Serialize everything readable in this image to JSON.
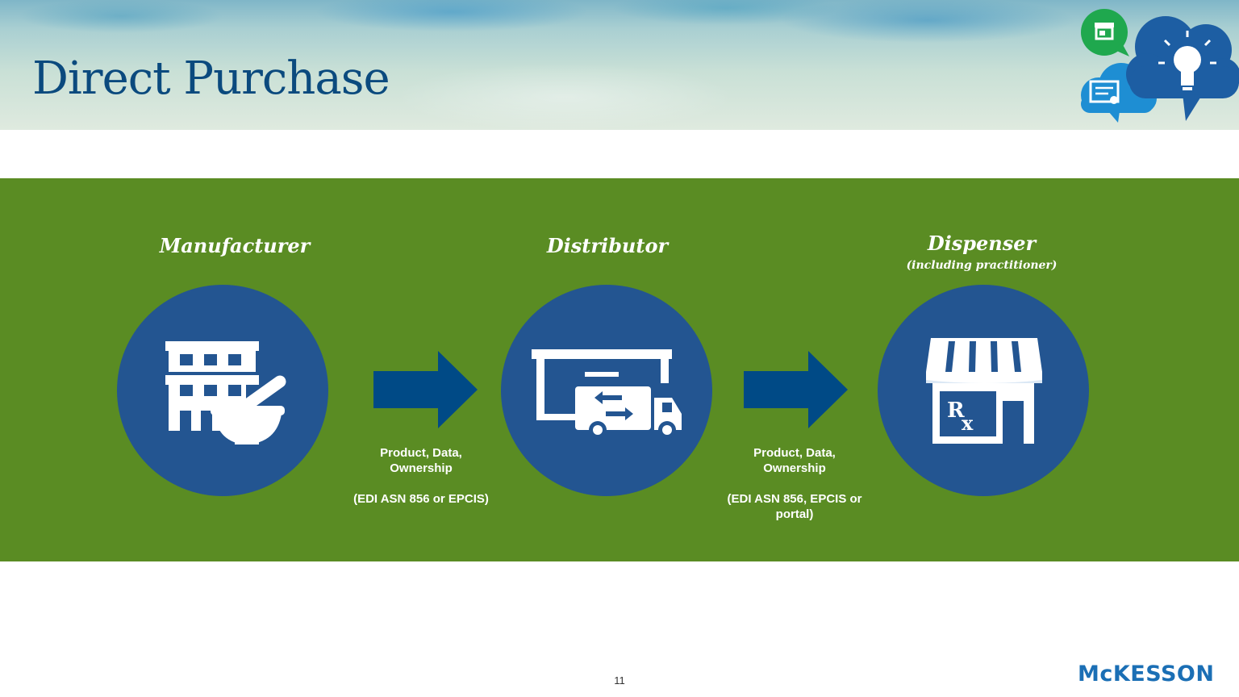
{
  "header": {
    "title": "Direct Purchase"
  },
  "stages": [
    {
      "name": "Manufacturer",
      "sublabel": "",
      "icon": "factory-mortar-pestle-icon"
    },
    {
      "name": "Distributor",
      "sublabel": "",
      "icon": "warehouse-truck-icon"
    },
    {
      "name": "Dispenser",
      "sublabel": "(including practitioner)",
      "icon": "pharmacy-store-rx-icon"
    }
  ],
  "flows": [
    {
      "line1": "Product, Data,",
      "line2": "Ownership",
      "detail1": "(EDI ASN 856 or EPCIS)",
      "detail2": ""
    },
    {
      "line1": "Product, Data,",
      "line2": "Ownership",
      "detail1": "(EDI ASN 856, EPCIS or",
      "detail2": "portal)"
    }
  ],
  "rx_symbol": {
    "r": "R",
    "x": "x"
  },
  "footer": {
    "page_number": "11",
    "logo_text": "McKESSON"
  },
  "colors": {
    "title": "#0b4a7e",
    "band": "#5a8c23",
    "node": "#235591",
    "arrow": "#004a86",
    "logo": "#1b6fb5",
    "icon_store_green": "#1fa84e",
    "icon_cloud_light": "#1e8ed3",
    "icon_cloud_dark": "#1d5ea3"
  }
}
